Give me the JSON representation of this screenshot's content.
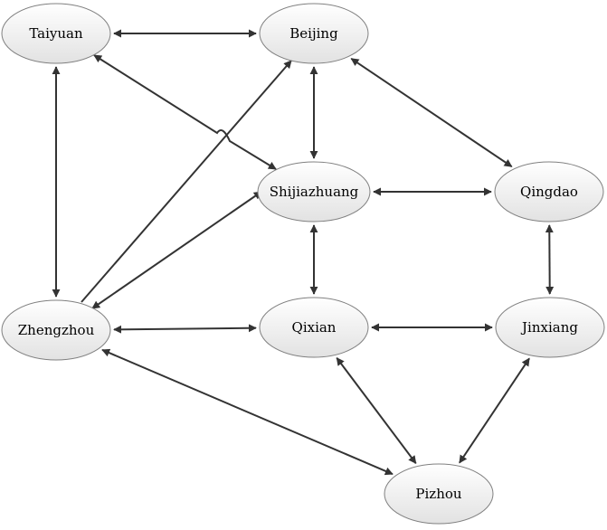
{
  "nodes": [
    {
      "id": "taiyuan",
      "label": "Taiyuan"
    },
    {
      "id": "beijing",
      "label": "Beijing"
    },
    {
      "id": "shijiazhuang",
      "label": "Shijiazhuang"
    },
    {
      "id": "qingdao",
      "label": "Qingdao"
    },
    {
      "id": "zhengzhou",
      "label": "Zhengzhou"
    },
    {
      "id": "qixian",
      "label": "Qixian"
    },
    {
      "id": "jinxiang",
      "label": "Jinxiang"
    },
    {
      "id": "pizhou",
      "label": "Pizhou"
    }
  ],
  "edges": [
    {
      "from": "taiyuan",
      "to": "beijing",
      "bidirectional": true
    },
    {
      "from": "taiyuan",
      "to": "zhengzhou",
      "bidirectional": true
    },
    {
      "from": "taiyuan",
      "to": "shijiazhuang",
      "bidirectional": true
    },
    {
      "from": "beijing",
      "to": "shijiazhuang",
      "bidirectional": true
    },
    {
      "from": "beijing",
      "to": "qingdao",
      "bidirectional": true
    },
    {
      "from": "zhengzhou",
      "to": "beijing",
      "bidirectional": false
    },
    {
      "from": "shijiazhuang",
      "to": "qingdao",
      "bidirectional": true
    },
    {
      "from": "shijiazhuang",
      "to": "zhengzhou",
      "bidirectional": true
    },
    {
      "from": "shijiazhuang",
      "to": "qixian",
      "bidirectional": true
    },
    {
      "from": "qingdao",
      "to": "jinxiang",
      "bidirectional": true
    },
    {
      "from": "zhengzhou",
      "to": "qixian",
      "bidirectional": true
    },
    {
      "from": "qixian",
      "to": "jinxiang",
      "bidirectional": true
    },
    {
      "from": "qixian",
      "to": "pizhou",
      "bidirectional": true
    },
    {
      "from": "jinxiang",
      "to": "pizhou",
      "bidirectional": true
    },
    {
      "from": "zhengzhou",
      "to": "pizhou",
      "bidirectional": true
    }
  ],
  "colors": {
    "node_fill_light": "#ffffff",
    "node_fill_dark": "#e0e0e0",
    "node_border": "#808080",
    "edge": "#333333"
  }
}
